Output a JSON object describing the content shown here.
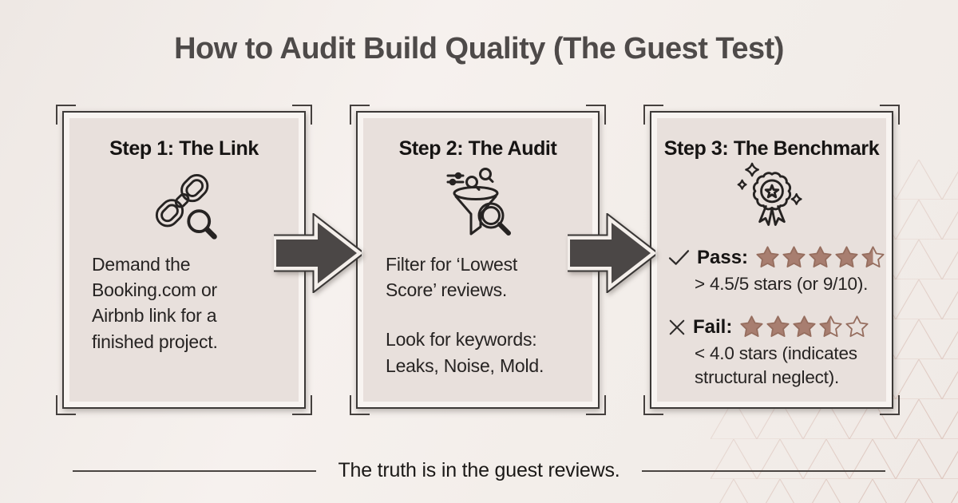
{
  "title": "How to Audit Build Quality (The Guest Test)",
  "steps": [
    {
      "title": "Step 1: The Link",
      "icon": "chain-link-magnifier-icon",
      "paragraphs": [
        "Demand the Booking.com or Airbnb link for a finished project."
      ]
    },
    {
      "title": "Step 2: The Audit",
      "icon": "funnel-filter-magnifier-icon",
      "paragraphs": [
        "Filter for ‘Lowest Score’ reviews.",
        "Look for keywords: Leaks, Noise, Mold."
      ]
    },
    {
      "title": "Step 3: The Benchmark",
      "icon": "award-rosette-icon",
      "pass": {
        "label": "Pass:",
        "rating": 4.5,
        "max": 5,
        "stars": [
          "full",
          "full",
          "full",
          "full",
          "half"
        ],
        "note": "> 4.5/5 stars (or 9/10)."
      },
      "fail": {
        "label": "Fail:",
        "rating": 3.5,
        "max": 5,
        "stars": [
          "full",
          "full",
          "full",
          "half",
          "empty"
        ],
        "note": "< 4.0 stars (indicates structural neglect)."
      }
    }
  ],
  "footer": {
    "text": "The truth is in the guest reviews."
  },
  "colors": {
    "background": "#f3eeea",
    "card_fill": "#e8e0dc",
    "card_sheet": "#f8f4f1",
    "line_dark": "#3c3937",
    "title_gray": "#4e4a49",
    "text_dark": "#262322",
    "arrow_fill": "#4b4746",
    "arrow_halo": "#f4efeb",
    "star_fill": "#a87e70",
    "star_stroke": "#966e5f",
    "pattern_line": "#d9beb5"
  }
}
